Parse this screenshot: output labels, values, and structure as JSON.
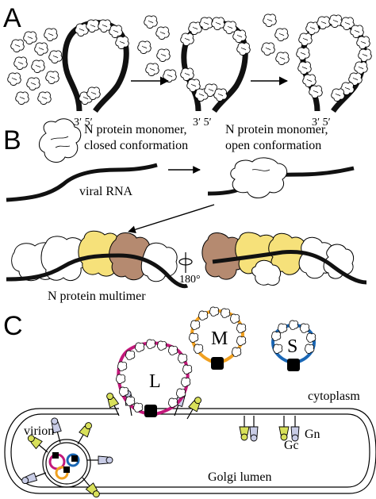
{
  "panels": {
    "a": {
      "letter": "A",
      "ends": [
        "3′ 5′",
        "3′ 5′",
        "3′ 5′"
      ]
    },
    "b": {
      "letter": "B",
      "closed_label_line1": "N protein monomer,",
      "closed_label_line2": "closed conformation",
      "open_label_line1": "N protein monomer,",
      "open_label_line2": "open conformation",
      "rna_label": "viral RNA",
      "multimer_label": "N protein multimer",
      "rotation_label": "180°"
    },
    "c": {
      "letter": "C",
      "segments": [
        "L",
        "M",
        "S"
      ],
      "cytoplasm_label": "cytoplasm",
      "gc_label": "Gc",
      "gn_label": "Gn",
      "virion_label": "virion",
      "golgi_label": "Golgi lumen"
    }
  },
  "colors": {
    "rna": "#111111",
    "yellow_protein": "#f6e17a",
    "brown_protein": "#b58a70",
    "segment_L": "#c2187a",
    "segment_M": "#f0a020",
    "segment_S": "#1a67b5",
    "glyco_gc": "#d8e05a",
    "glyco_gn": "#c8cce6"
  }
}
